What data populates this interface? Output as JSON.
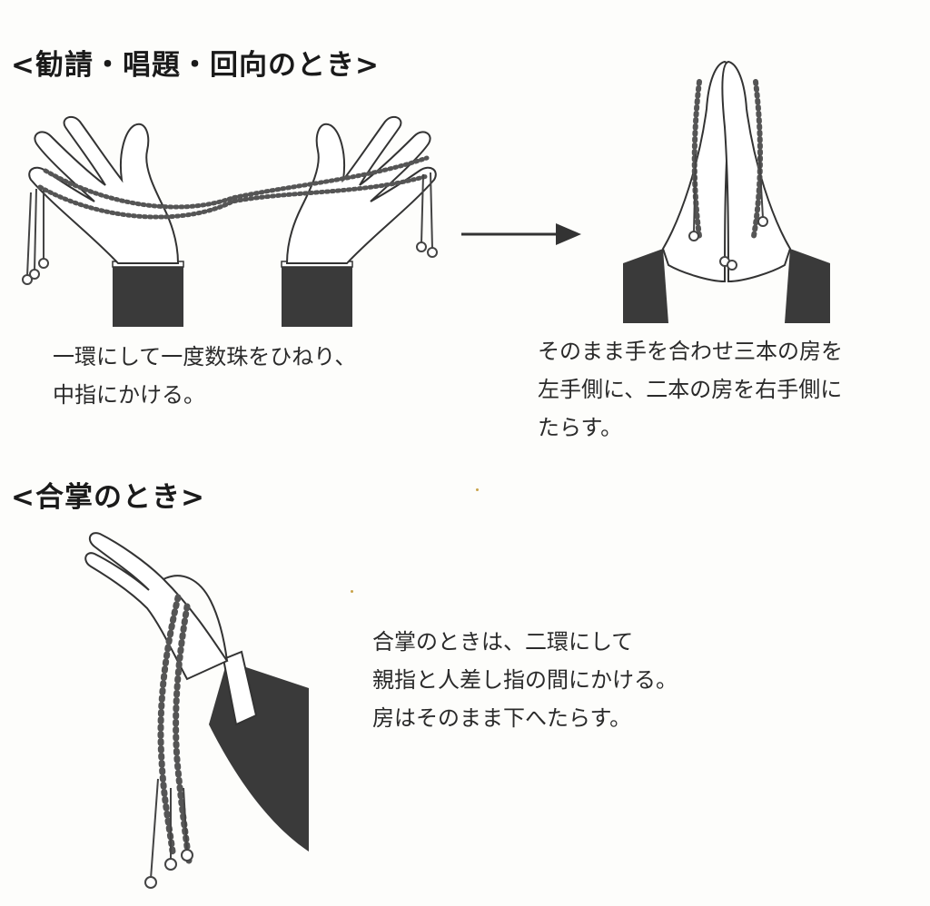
{
  "sections": [
    {
      "heading": "<勧請・唱題・回向のとき>",
      "steps": [
        {
          "lines": [
            "一環にして一度数珠をひねり、",
            "中指にかける。"
          ]
        },
        {
          "lines": [
            "そのまま手を合わせ三本の房を",
            "左手側に、二本の房を右手側に",
            "たらす。"
          ]
        }
      ]
    },
    {
      "heading": "<合掌のとき>",
      "steps": [
        {
          "lines": [
            "合掌のときは、二環にして",
            "親指と人差し指の間にかける。",
            "房はそのまま下へたらす。"
          ]
        }
      ]
    }
  ],
  "icons": {
    "open_hands": "open-hands-with-beads-illustration",
    "arrow": "right-arrow-icon",
    "joined_hands": "joined-hands-with-tassels-illustration",
    "gassho_hand": "gassho-hand-with-beads-illustration"
  },
  "colors": {
    "ink": "#2a2a2a",
    "sleeve": "#3a3a3a",
    "paper": "#fdfdfb"
  }
}
